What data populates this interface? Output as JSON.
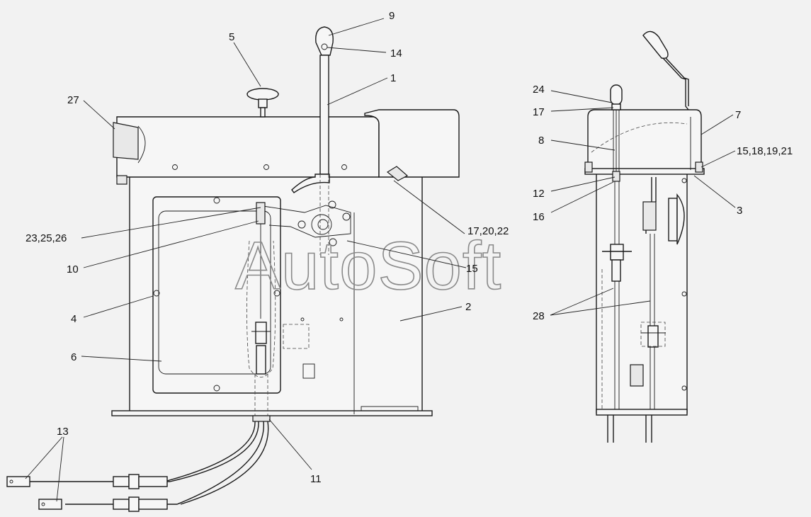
{
  "watermark": "AutoSoft",
  "callouts": {
    "c1": "1",
    "c2": "2",
    "c3": "3",
    "c4": "4",
    "c5": "5",
    "c6": "6",
    "c7": "7",
    "c8": "8",
    "c9": "9",
    "c10": "10",
    "c11": "11",
    "c12": "12",
    "c13": "13",
    "c14": "14",
    "c15a": "15",
    "c15b": "15,18,19,21",
    "c16": "16",
    "c17a": "17,20,22",
    "c17b": "17",
    "c23": "23,25,26",
    "c24": "24",
    "c27": "27",
    "c28": "28"
  }
}
